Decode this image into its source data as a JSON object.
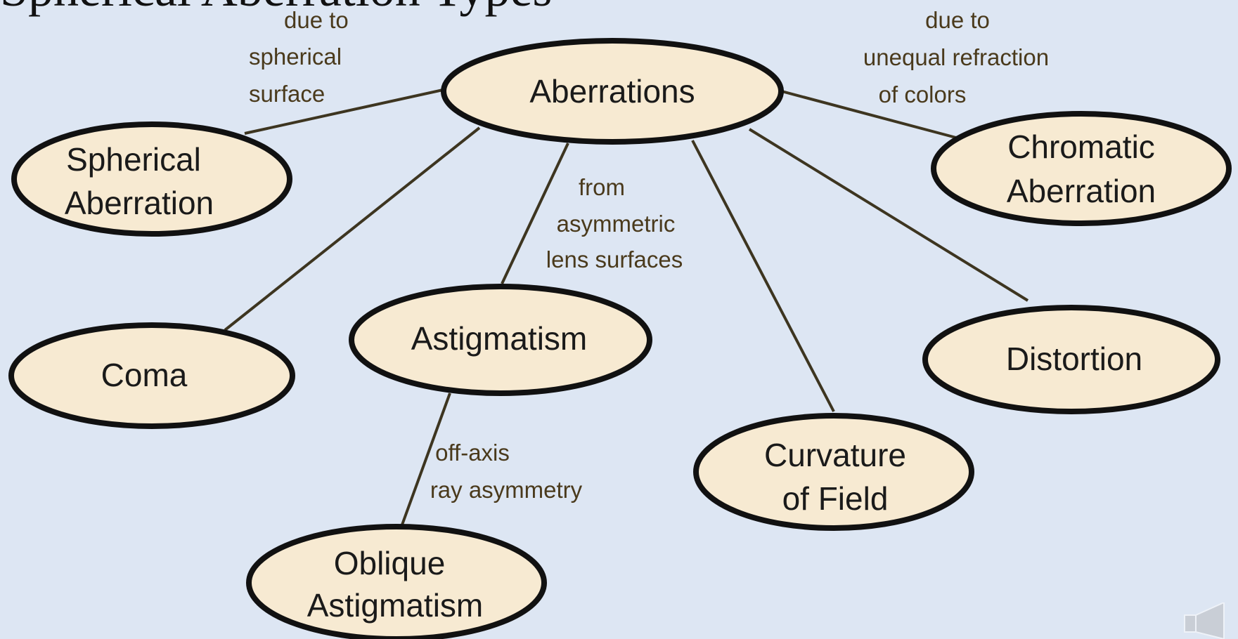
{
  "top_cut_text": "Spherical Aberration Types",
  "nodes": {
    "aberrations": "Aberrations",
    "spherical": [
      "Spherical",
      "Aberration"
    ],
    "chromatic": [
      "Chromatic",
      "Aberration"
    ],
    "coma": "Coma",
    "astigmatism": "Astigmatism",
    "distortion": "Distortion",
    "curvature": [
      "Curvature",
      "of Field"
    ],
    "oblique": [
      "Oblique",
      "Astigmatism"
    ]
  },
  "edge_labels": {
    "spherical": [
      "due to",
      "spherical",
      "surface"
    ],
    "chromatic": [
      "due to",
      "unequal refraction",
      "of colors"
    ],
    "astigmatism": [
      "from",
      "asymmetric",
      "lens surfaces"
    ],
    "oblique": [
      "off-axis",
      "ray asymmetry"
    ]
  },
  "colors": {
    "background": "#dde6f3",
    "node_fill": "#f7ead2",
    "node_stroke": "#111111",
    "edge": "#3d3520",
    "edge_label": "#4a3a1c"
  },
  "icons": {
    "speaker": "speaker-icon"
  }
}
